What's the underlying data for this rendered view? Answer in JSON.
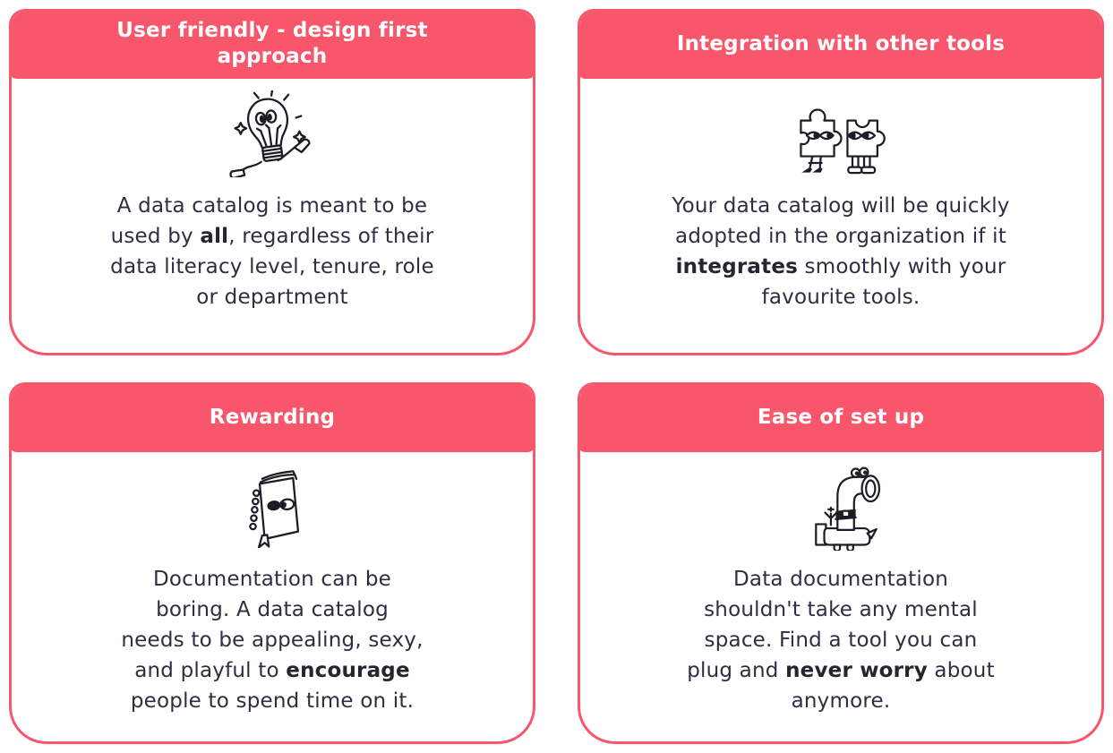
{
  "theme": {
    "accent_pink": "#F8566B",
    "header_text_color": "#FFFFFF",
    "body_text_color": "#2F2E41",
    "card_background": "#FFFFFF",
    "illustration_stroke": "#1C1C24"
  },
  "cards": [
    {
      "id": "user-friendly",
      "icon": "running-lightbulb-icon",
      "title_lines": [
        [
          {
            "t": "User friendly - design first"
          }
        ],
        [
          {
            "t": "approach"
          }
        ]
      ],
      "body_lines": [
        [
          {
            "t": "A data catalog is meant to be"
          }
        ],
        [
          {
            "t": "used by "
          },
          {
            "t": "all",
            "b": true
          },
          {
            "t": ", regardless of their"
          }
        ],
        [
          {
            "t": "data literacy level, tenure, role"
          }
        ],
        [
          {
            "t": "or department"
          }
        ]
      ]
    },
    {
      "id": "integration-with-other-tools",
      "icon": "puzzle-pieces-icon",
      "title_lines": [
        [
          {
            "t": "Integration with other tools"
          }
        ]
      ],
      "body_lines": [
        [
          {
            "t": "Your data catalog will be quickly"
          }
        ],
        [
          {
            "t": "adopted in the organization if it"
          }
        ],
        [
          {
            "t": "integrates",
            "b": true
          },
          {
            "t": " smoothly with your"
          }
        ],
        [
          {
            "t": "favourite tools."
          }
        ]
      ]
    },
    {
      "id": "rewarding",
      "icon": "notebook-icon",
      "title_lines": [
        [
          {
            "t": "Rewarding"
          }
        ]
      ],
      "body_lines": [
        [
          {
            "t": "Documentation can be"
          }
        ],
        [
          {
            "t": "boring. A data catalog"
          }
        ],
        [
          {
            "t": "needs to be appealing, sexy,"
          }
        ],
        [
          {
            "t": "and playful to "
          },
          {
            "t": "encourage",
            "b": true
          }
        ],
        [
          {
            "t": "people to spend time on it."
          }
        ]
      ]
    },
    {
      "id": "ease-of-set-up",
      "icon": "periscope-dog-icon",
      "title_lines": [
        [
          {
            "t": "Ease of set up"
          }
        ]
      ],
      "body_lines": [
        [
          {
            "t": "Data documentation"
          }
        ],
        [
          {
            "t": "shouldn't take any mental"
          }
        ],
        [
          {
            "t": "space. Find a tool you can"
          }
        ],
        [
          {
            "t": "plug and "
          },
          {
            "t": "never worry",
            "b": true
          },
          {
            "t": " about"
          }
        ],
        [
          {
            "t": "anymore."
          }
        ]
      ]
    }
  ]
}
